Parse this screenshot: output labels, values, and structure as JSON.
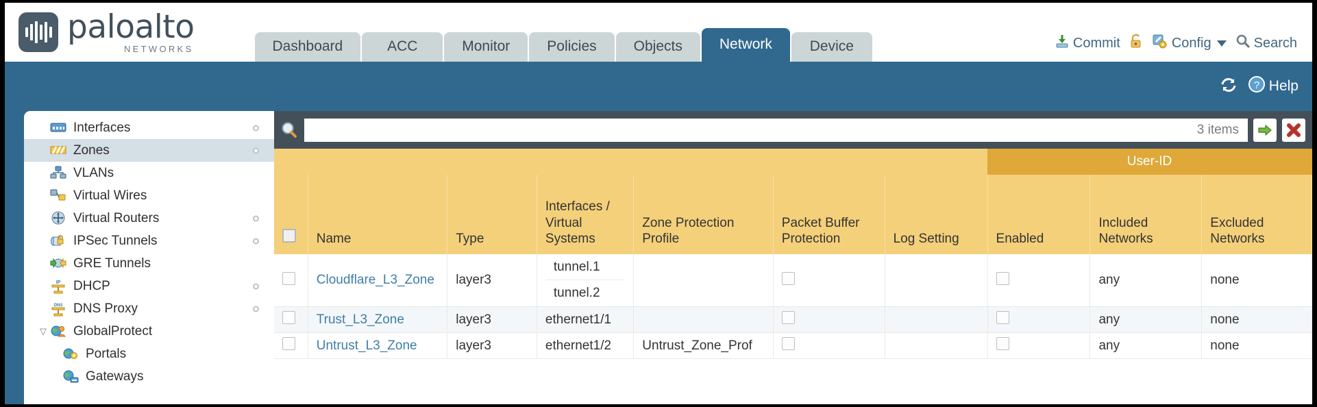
{
  "brand": {
    "name": "paloalto",
    "sub": "NETWORKS",
    "registered": "®"
  },
  "nav": {
    "tabs": [
      {
        "label": "Dashboard",
        "active": false
      },
      {
        "label": "ACC",
        "active": false
      },
      {
        "label": "Monitor",
        "active": false
      },
      {
        "label": "Policies",
        "active": false
      },
      {
        "label": "Objects",
        "active": false
      },
      {
        "label": "Network",
        "active": true
      },
      {
        "label": "Device",
        "active": false
      }
    ]
  },
  "topactions": {
    "commit": "Commit",
    "lock_icon": "padlock-icon",
    "config": "Config",
    "search": "Search"
  },
  "bluebar": {
    "refresh_icon": "refresh-icon",
    "help": "Help"
  },
  "sidebar": {
    "items": [
      {
        "label": "Interfaces",
        "icon": "interfaces-icon",
        "selected": false,
        "dot": true,
        "child": false,
        "twisty": ""
      },
      {
        "label": "Zones",
        "icon": "zones-icon",
        "selected": true,
        "dot": true,
        "child": false,
        "twisty": ""
      },
      {
        "label": "VLANs",
        "icon": "vlans-icon",
        "selected": false,
        "dot": false,
        "child": false,
        "twisty": ""
      },
      {
        "label": "Virtual Wires",
        "icon": "virtual-wires-icon",
        "selected": false,
        "dot": false,
        "child": false,
        "twisty": ""
      },
      {
        "label": "Virtual Routers",
        "icon": "virtual-routers-icon",
        "selected": false,
        "dot": true,
        "child": false,
        "twisty": ""
      },
      {
        "label": "IPSec Tunnels",
        "icon": "ipsec-tunnels-icon",
        "selected": false,
        "dot": true,
        "child": false,
        "twisty": ""
      },
      {
        "label": "GRE Tunnels",
        "icon": "gre-tunnels-icon",
        "selected": false,
        "dot": false,
        "child": false,
        "twisty": ""
      },
      {
        "label": "DHCP",
        "icon": "dhcp-icon",
        "selected": false,
        "dot": true,
        "child": false,
        "twisty": ""
      },
      {
        "label": "DNS Proxy",
        "icon": "dns-proxy-icon",
        "selected": false,
        "dot": true,
        "child": false,
        "twisty": ""
      },
      {
        "label": "GlobalProtect",
        "icon": "globalprotect-icon",
        "selected": false,
        "dot": false,
        "child": false,
        "twisty": "▽"
      },
      {
        "label": "Portals",
        "icon": "portals-icon",
        "selected": false,
        "dot": false,
        "child": true,
        "twisty": ""
      },
      {
        "label": "Gateways",
        "icon": "gateways-icon",
        "selected": false,
        "dot": false,
        "child": true,
        "twisty": ""
      }
    ]
  },
  "filterbar": {
    "search_icon": "search-icon",
    "query": "",
    "placeholder": "",
    "item_count": "3 items",
    "apply_icon": "arrow-right-icon",
    "clear_icon": "close-x-icon"
  },
  "table": {
    "group_header": "User-ID",
    "columns": [
      "Name",
      "Type",
      "Interfaces / Virtual Systems",
      "Zone Protection Profile",
      "Packet Buffer Protection",
      "Log Setting",
      "Enabled",
      "Included Networks",
      "Excluded Networks"
    ],
    "rows": [
      {
        "selected": false,
        "name": "Cloudflare_L3_Zone",
        "type": "layer3",
        "interfaces": [
          "tunnel.1",
          "tunnel.2"
        ],
        "zone_protection_profile": "",
        "packet_buffer_protection": false,
        "log_setting": "",
        "userid_enabled": false,
        "included_networks": "any",
        "excluded_networks": "none"
      },
      {
        "selected": false,
        "name": "Trust_L3_Zone",
        "type": "layer3",
        "interfaces": [
          "ethernet1/1"
        ],
        "zone_protection_profile": "",
        "packet_buffer_protection": false,
        "log_setting": "",
        "userid_enabled": false,
        "included_networks": "any",
        "excluded_networks": "none"
      },
      {
        "selected": false,
        "name": "Untrust_L3_Zone",
        "type": "layer3",
        "interfaces": [
          "ethernet1/2"
        ],
        "zone_protection_profile": "Untrust_Zone_Prof",
        "packet_buffer_protection": false,
        "log_setting": "",
        "userid_enabled": false,
        "included_networks": "any",
        "excluded_networks": "none"
      }
    ]
  },
  "colors": {
    "brand_blue": "#31688e",
    "header_gold": "#f4d07a",
    "group_gold": "#dfa838",
    "filter_dark": "#445059",
    "link_blue": "#3f7fa6"
  }
}
